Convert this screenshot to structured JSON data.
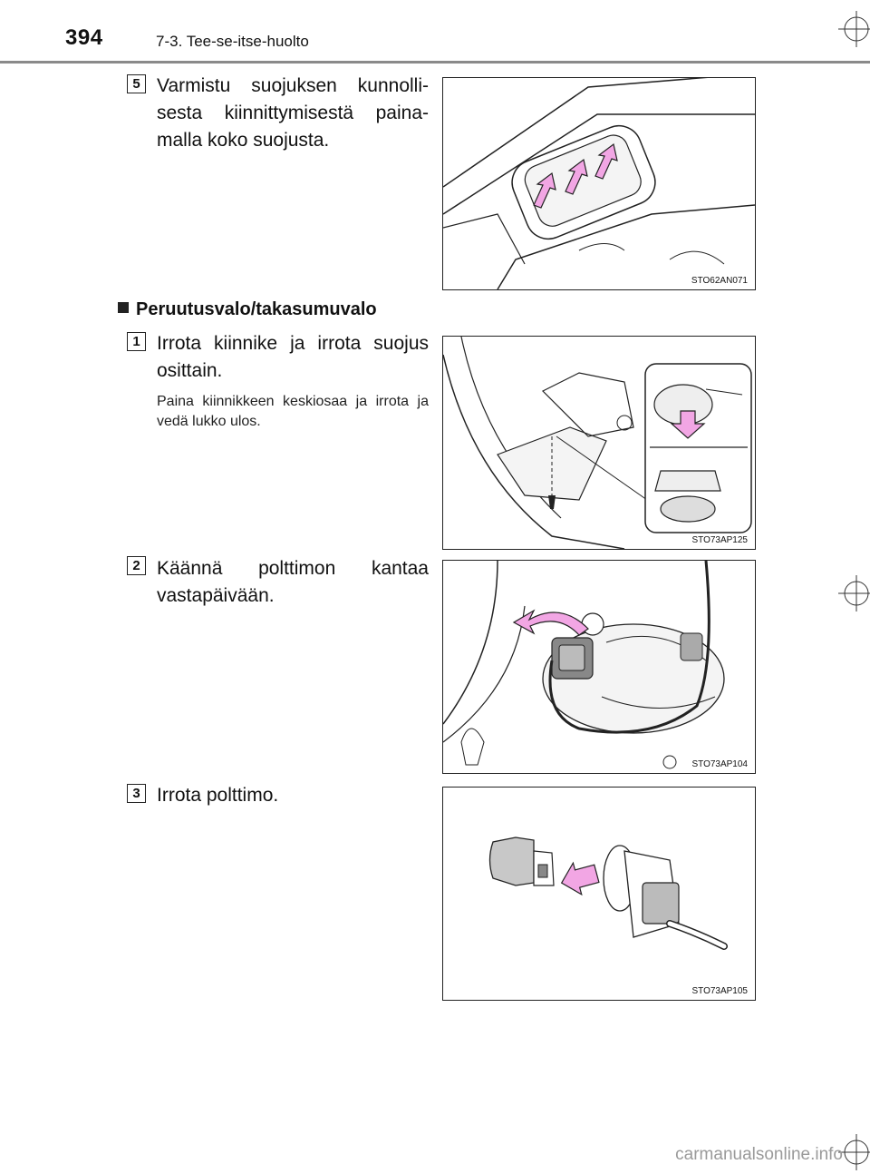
{
  "header": {
    "page_number": "394",
    "section": "7-3. Tee-se-itse-huolto"
  },
  "steps": [
    {
      "number": "5",
      "text": "Varmistu suojuksen kunnolli-sesta kiinnittymisestä paina-malla koko suojusta.",
      "figure_code": "STO62AN071"
    },
    {
      "number": "1",
      "text": "Irrota kiinnike ja irrota suojus osittain.",
      "note": "Paina kiinnikkeen keskiosaa ja irrota ja vedä lukko ulos.",
      "figure_code": "STO73AP125"
    },
    {
      "number": "2",
      "text": "Käännä polttimon kantaa vastapäivään.",
      "figure_code": "STO73AP104"
    },
    {
      "number": "3",
      "text": "Irrota polttimo.",
      "figure_code": "STO73AP105"
    }
  ],
  "heading": "Peruutusvalo/takasumuvalo",
  "watermark": "carmanualsonline.info",
  "colors": {
    "arrow_pink": "#f2a6e4",
    "line": "#222222",
    "rule": "#8a8a8a",
    "watermark": "#9a9a9a"
  }
}
